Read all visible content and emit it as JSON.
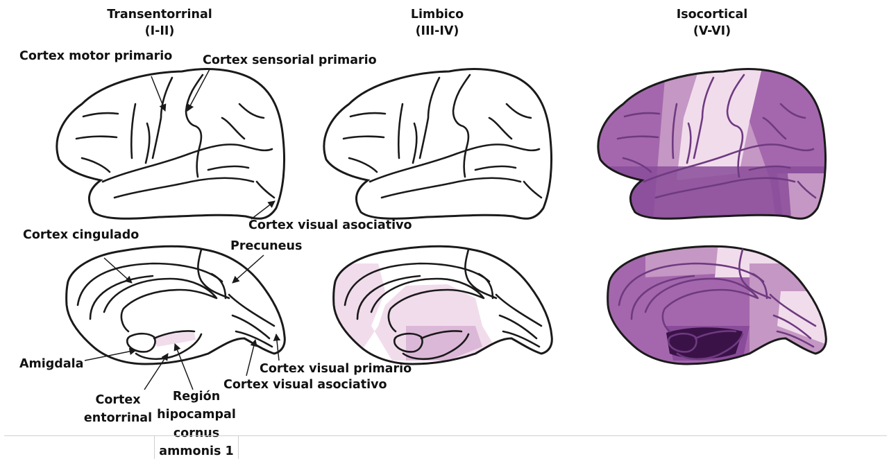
{
  "stages": [
    {
      "name": "Transentorrinal",
      "range": "(I-II)"
    },
    {
      "name": "Limbico",
      "range": "(III-IV)"
    },
    {
      "name": "Isocortical",
      "range": "(V-VI)"
    }
  ],
  "labels": {
    "motor": "Cortex motor primario",
    "sensory": "Cortex sensorial primario",
    "visual_assoc_lateral": "Cortex visual asociativo",
    "cingulate": "Cortex cingulado",
    "precuneus": "Precuneus",
    "amygdala": "Amigdala",
    "visual_primary": "Cortex visual primario",
    "visual_assoc_medial": "Cortex visual asociativo",
    "entorhinal_1": "Cortex",
    "entorhinal_2": "entorrinal",
    "hippocampal_1": "Región",
    "hippocampal_2": "hipocampal",
    "hippocampal_3": "cornus",
    "hippocampal_4": "ammonis 1"
  },
  "colors": {
    "outline": "#1a1a1a",
    "pale": "#f1dcec",
    "light": "#dcb8d8",
    "medium": "#c597c4",
    "strong": "#a467ad",
    "deep": "#8a4c9a",
    "darkest": "#3a1248",
    "sulcus_on_fill": "#6e3a80"
  }
}
